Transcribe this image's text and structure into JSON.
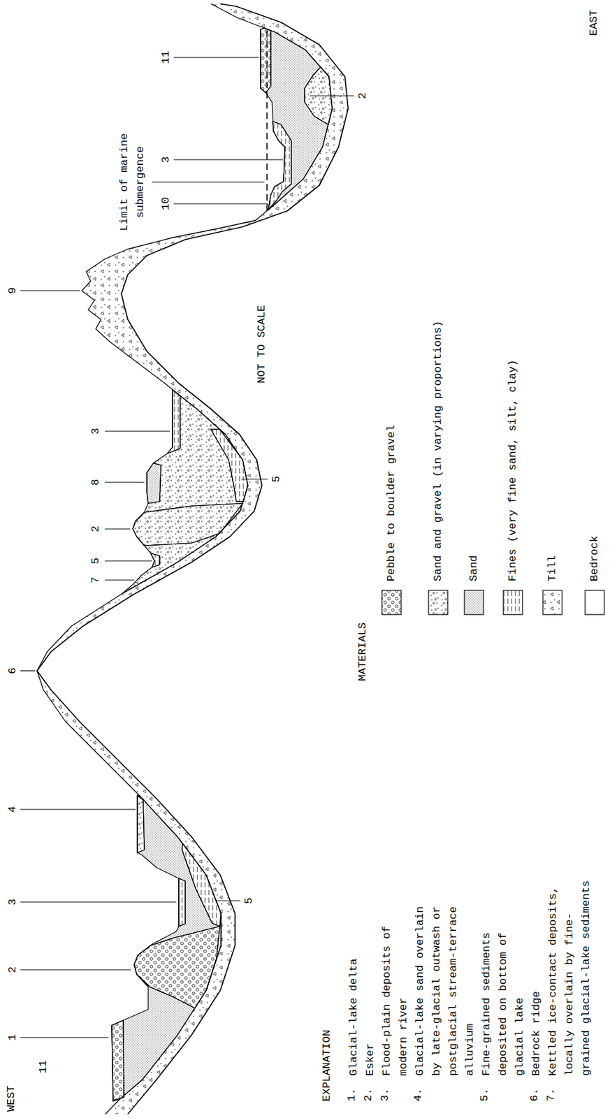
{
  "diagram": {
    "labels": [
      "WEST",
      "EAST",
      "11",
      "1",
      "2",
      "3",
      "4",
      "6",
      "7",
      "5",
      "2",
      "8",
      "3",
      "9",
      "Limit of marine submergence",
      "10",
      "3",
      "11",
      "5",
      "5",
      "2",
      "NOT TO SCALE",
      "EXPLANATION",
      "1.",
      "Glacial-lake delta",
      "2.",
      "Esker",
      "3.",
      "Flood-plain deposits of modern river",
      "4.",
      "Glacial-lake sand overlain by late-glacial outwash or postglacial stream-terrace alluvium",
      "5.",
      "Fine-grained sediments deposited on bottom of glacial lake",
      "6.",
      "Bedrock ridge",
      "7.",
      "Kettled ice-contact deposits, locally overlain by fine-grained glacial-lake sediments",
      "MATERIALS"
    ],
    "legend": [
      {
        "text": "Pebble to boulder gravel"
      },
      {
        "text": "Sand and gravel (in varying proportions)"
      },
      {
        "text": "Sand"
      },
      {
        "text": "Fines (very fine sand, silt, clay)"
      },
      {
        "text": "Till"
      },
      {
        "text": "Bedrock"
      }
    ]
  }
}
